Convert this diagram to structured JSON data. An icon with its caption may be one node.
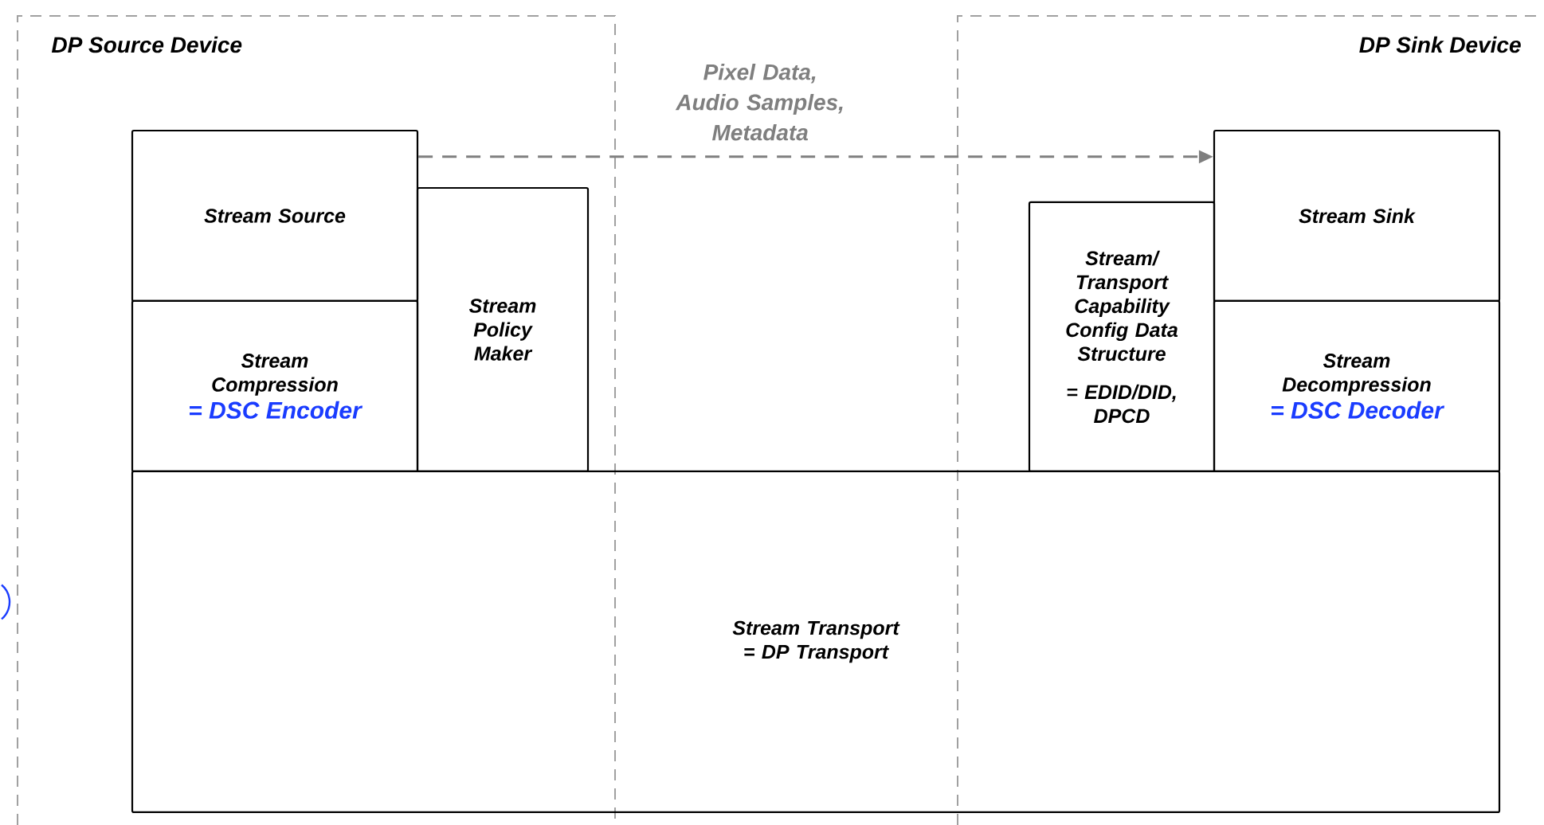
{
  "diagram": {
    "nodes": [
      {
        "text": [
          "DP Source Device"
        ]
      },
      {
        "text": [
          "DP Sink Device"
        ]
      },
      {
        "text": [
          "Stream Source"
        ],
        "in": 0
      },
      {
        "text": [
          "Stream Compression",
          "= DSC Encoder"
        ],
        "in": 0
      },
      {
        "text": [
          "Stream Policy Maker"
        ],
        "in": 0
      },
      {
        "text": [
          "Stream/ Transport Capability Config Data Structure",
          "= EDID/DID, DPCD"
        ],
        "in": 1
      },
      {
        "text": [
          "Stream Sink"
        ],
        "in": 1
      },
      {
        "text": [
          "Stream Decompression",
          "= DSC Decoder"
        ],
        "in": 1
      },
      {
        "text": [
          "Stream Transport",
          "= DP Transport"
        ]
      }
    ],
    "edges": [
      {
        "from": 2,
        "to": 6,
        "arrow": "to",
        "label": "Pixel Data, Audio Samples, Metadata",
        "style": "dashed",
        "color": "#7f7f7f"
      }
    ]
  }
}
